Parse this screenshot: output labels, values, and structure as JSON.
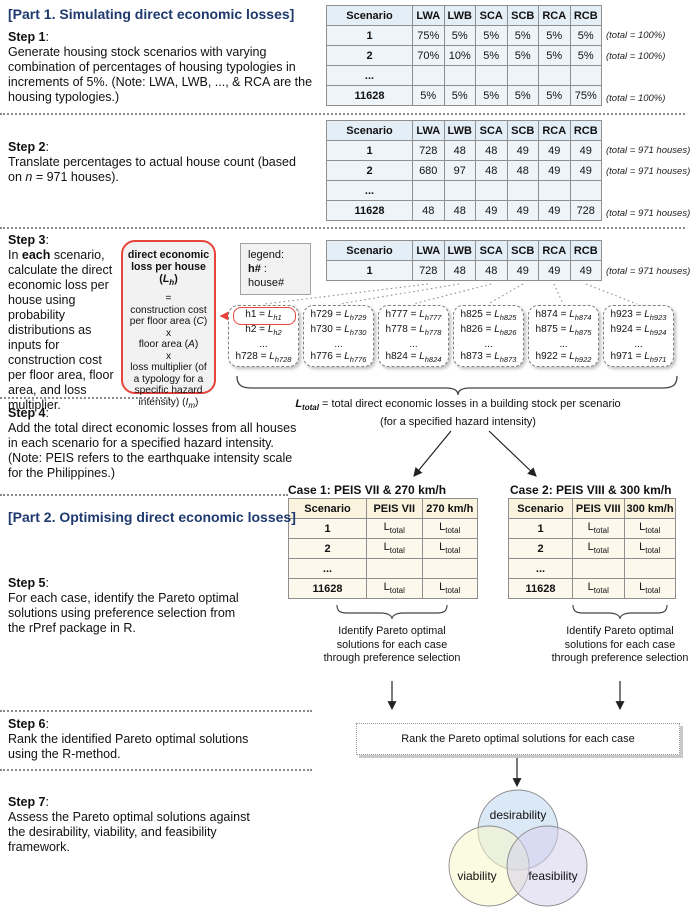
{
  "colors": {
    "heading_navy": "#1e3a6e",
    "accent_red": "#e6453b",
    "table_blue": "#eef5fa",
    "table_cream": "#fcf8ec",
    "venn_blue": "#bdd7ee",
    "venn_yellow": "#f7f7c8",
    "venn_purple": "#d6d0ec",
    "line_dark": "#333333",
    "line_dotted": "#8c8c8c"
  },
  "ui": {
    "colon": ":"
  },
  "part1_heading": "[Part 1. Simulating direct economic losses]",
  "part2_heading": "[Part 2. Optimising direct economic losses]",
  "steps": {
    "s1": {
      "label": "Step 1",
      "body": "Generate housing stock scenarios with varying combination of percentages of housing typologies in increments of 5%. (Note: LWA, LWB, ..., & RCA are the housing typologies.)"
    },
    "s2": {
      "label": "Step 2",
      "pre": "Translate percentages to actual house count (based on ",
      "it": "n",
      "post": " = 971 houses)."
    },
    "s3": {
      "label": "Step 3",
      "pre": "In ",
      "bold": "each",
      "post": " scenario, calculate the direct economic loss per house using probability distributions as inputs for construction cost per floor area, floor area, and loss multiplier."
    },
    "s4": {
      "label": "Step 4",
      "body": "Add the total direct economic losses from all houses in each scenario for a specified hazard intensity. (Note: PEIS refers to the earthquake intensity scale for the Philippines.)"
    },
    "s5": {
      "label": "Step 5",
      "body": "For each case, identify the Pareto optimal solutions using preference selection from the rPref package in R."
    },
    "s6": {
      "label": "Step 6",
      "body": "Rank the identified Pareto optimal solutions using the R-method."
    },
    "s7": {
      "label": "Step 7",
      "body": "Assess the Pareto optimal solutions against the desirability, viability, and feasibility framework."
    }
  },
  "tables": {
    "t1": {
      "headers": [
        "Scenario",
        "LWA",
        "LWB",
        "SCA",
        "SCB",
        "RCA",
        "RCB"
      ],
      "rows": [
        [
          "1",
          "75%",
          "5%",
          "5%",
          "5%",
          "5%",
          "5%"
        ],
        [
          "2",
          "70%",
          "10%",
          "5%",
          "5%",
          "5%",
          "5%"
        ],
        [
          "...",
          "",
          "",
          "",
          "",
          "",
          ""
        ],
        [
          "11628",
          "5%",
          "5%",
          "5%",
          "5%",
          "5%",
          "75%"
        ]
      ],
      "note": "(total = 100%)"
    },
    "t2": {
      "headers": [
        "Scenario",
        "LWA",
        "LWB",
        "SCA",
        "SCB",
        "RCA",
        "RCB"
      ],
      "rows": [
        [
          "1",
          "728",
          "48",
          "48",
          "49",
          "49",
          "49"
        ],
        [
          "2",
          "680",
          "97",
          "48",
          "48",
          "49",
          "49"
        ],
        [
          "...",
          "",
          "",
          "",
          "",
          "",
          ""
        ],
        [
          "11628",
          "48",
          "48",
          "49",
          "49",
          "49",
          "728"
        ]
      ],
      "note": "(total = 971 houses)"
    },
    "t3": {
      "headers": [
        "Scenario",
        "LWA",
        "LWB",
        "SCA",
        "SCB",
        "RCA",
        "RCB"
      ],
      "rows": [
        [
          "1",
          "728",
          "48",
          "48",
          "49",
          "49",
          "49"
        ]
      ],
      "note": "(total = 971 houses)"
    },
    "case1": {
      "headers": [
        "Scenario",
        "PEIS VII",
        "270 km/h"
      ],
      "rows": [
        [
          "1",
          {
            "sym": "L",
            "sub": "total"
          },
          {
            "sym": "L",
            "sub": "total"
          }
        ],
        [
          "2",
          {
            "sym": "L",
            "sub": "total"
          },
          {
            "sym": "L",
            "sub": "total"
          }
        ],
        [
          "...",
          "",
          ""
        ],
        [
          "11628",
          {
            "sym": "L",
            "sub": "total"
          },
          {
            "sym": "L",
            "sub": "total"
          }
        ]
      ]
    },
    "case2": {
      "headers": [
        "Scenario",
        "PEIS VIII",
        "300 km/h"
      ],
      "rows": [
        [
          "1",
          {
            "sym": "L",
            "sub": "total"
          },
          {
            "sym": "L",
            "sub": "total"
          }
        ],
        [
          "2",
          {
            "sym": "L",
            "sub": "total"
          },
          {
            "sym": "L",
            "sub": "total"
          }
        ],
        [
          "...",
          "",
          ""
        ],
        [
          "11628",
          {
            "sym": "L",
            "sub": "total"
          },
          {
            "sym": "L",
            "sub": "total"
          }
        ]
      ]
    }
  },
  "legend": {
    "title": "legend:",
    "key": "h#",
    "desc": " : house#"
  },
  "loss_box": {
    "title": {
      "pre": "direct economic loss per house (",
      "sym": "L",
      "sub": "h",
      "post": ")"
    },
    "lines": [
      {
        "pre": "="
      },
      {
        "pre": "construction cost per floor area (",
        "sym": "C",
        "post": ")"
      },
      {
        "pre": "x"
      },
      {
        "pre": "floor area (",
        "sym": "A",
        "post": ")"
      },
      {
        "pre": "x"
      },
      {
        "pre": "loss multiplier (of a typology for a specific hazard intensity) (",
        "sym": "I",
        "sub": "m",
        "post": ")"
      }
    ]
  },
  "hboxes": [
    {
      "rows": [
        {
          "pre": "h1 = ",
          "sym": "L",
          "sub": "h1"
        },
        {
          "pre": "h2 = ",
          "sym": "L",
          "sub": "h2"
        },
        {
          "pre": "..."
        },
        {
          "pre": "h728 = ",
          "sym": "L",
          "sub": "h728"
        }
      ]
    },
    {
      "rows": [
        {
          "pre": "h729 = ",
          "sym": "L",
          "sub": "h729"
        },
        {
          "pre": "h730 = ",
          "sym": "L",
          "sub": "h730"
        },
        {
          "pre": "..."
        },
        {
          "pre": "h776 = ",
          "sym": "L",
          "sub": "h776"
        }
      ]
    },
    {
      "rows": [
        {
          "pre": "h777 = ",
          "sym": "L",
          "sub": "h777"
        },
        {
          "pre": "h778 = ",
          "sym": "L",
          "sub": "h778"
        },
        {
          "pre": "..."
        },
        {
          "pre": "h824 = ",
          "sym": "L",
          "sub": "h824"
        }
      ]
    },
    {
      "rows": [
        {
          "pre": "h825 = ",
          "sym": "L",
          "sub": "h825"
        },
        {
          "pre": "h826 = ",
          "sym": "L",
          "sub": "h826"
        },
        {
          "pre": "..."
        },
        {
          "pre": "h873 = ",
          "sym": "L",
          "sub": "h873"
        }
      ]
    },
    {
      "rows": [
        {
          "pre": "h874 = ",
          "sym": "L",
          "sub": "h874"
        },
        {
          "pre": "h875 = ",
          "sym": "L",
          "sub": "h875"
        },
        {
          "pre": "..."
        },
        {
          "pre": "h922 = ",
          "sym": "L",
          "sub": "h922"
        }
      ]
    },
    {
      "rows": [
        {
          "pre": "h923 = ",
          "sym": "L",
          "sub": "h923"
        },
        {
          "pre": "h924 = ",
          "sym": "L",
          "sub": "h924"
        },
        {
          "pre": "..."
        },
        {
          "pre": "h971 = ",
          "sym": "L",
          "sub": "h971"
        }
      ]
    }
  ],
  "ltotal": {
    "formula": {
      "sym": "L",
      "sub": "total",
      "post": " = total direct economic losses in a building stock per scenario"
    },
    "line2": "(for a specified hazard intensity)"
  },
  "cases": {
    "c1_heading": "Case 1: PEIS VII & 270 km/h",
    "c2_heading": "Case 2: PEIS VIII & 300 km/h",
    "pareto_caption": "Identify Pareto optimal solutions for each case through preference selection"
  },
  "rank_box_label": "Rank the Pareto optimal solutions for each case",
  "venn": {
    "top": "desirability",
    "left": "viability",
    "right": "feasibility"
  }
}
